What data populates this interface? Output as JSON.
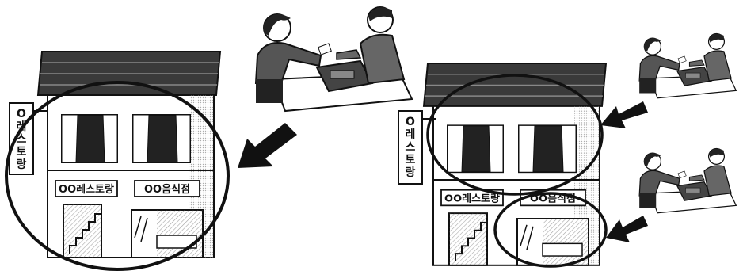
{
  "left_panel": {
    "vertical_sign": [
      "O",
      "레",
      "스",
      "토",
      "랑"
    ],
    "restaurant_sign": "OO레스토랑",
    "eatery_sign": "OO음식점"
  },
  "right_panel": {
    "vertical_sign": [
      "O",
      "레",
      "스",
      "토",
      "랑"
    ],
    "restaurant_sign": "OO레스토랑",
    "eatery_sign": "OO음식점"
  }
}
